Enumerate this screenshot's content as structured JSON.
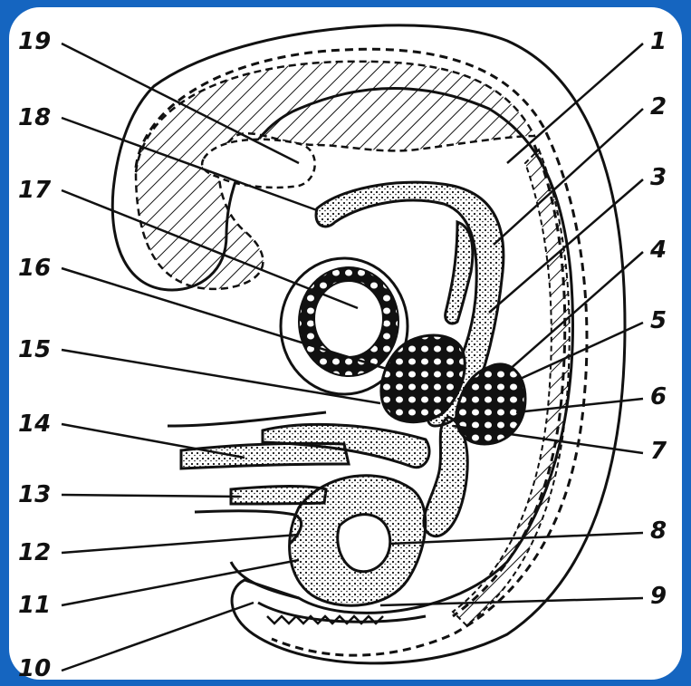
{
  "diagram": {
    "labels_left": [
      "19",
      "18",
      "17",
      "16",
      "15",
      "14",
      "13",
      "12",
      "11",
      "10"
    ],
    "labels_right": [
      "1",
      "2",
      "3",
      "4",
      "5",
      "6",
      "7",
      "8",
      "9"
    ]
  },
  "colors": {
    "frame": "#1565c0",
    "panel": "#ffffff",
    "ink": "#111111"
  }
}
